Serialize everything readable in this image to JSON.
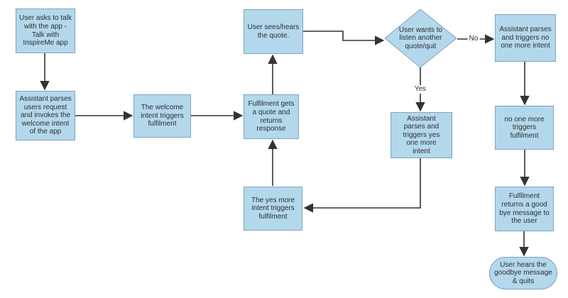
{
  "diagram": {
    "type": "flowchart",
    "nodes": {
      "user_asks": {
        "label": "User asks to talk with the app - Talk with InspireMe app",
        "shape": "process"
      },
      "assistant_welcome": {
        "label": "Assistant parses users request and invokes the welcome intent of the app",
        "shape": "process"
      },
      "welcome_triggers": {
        "label": "The welcome intent triggers fulfilment",
        "shape": "process"
      },
      "fulfilment_quote": {
        "label": "Fulfilment gets a quote and returns response",
        "shape": "process"
      },
      "user_hears_quote": {
        "label": "User sees/hears the quote.",
        "shape": "process"
      },
      "decision": {
        "label": "User wants to listen another quote/quit",
        "shape": "decision"
      },
      "assistant_no": {
        "label": "Assistant parses and triggers no one more intent",
        "shape": "process"
      },
      "no_one_more": {
        "label": "no one more triggers fulfilment",
        "shape": "process"
      },
      "fulfilment_bye": {
        "label": "Fulfilment returns a good bye message to the user",
        "shape": "process"
      },
      "user_quits": {
        "label": "User hears the goodbye message & quits",
        "shape": "terminator"
      },
      "assistant_yes": {
        "label": "Assistant parses and triggers yes one more intent",
        "shape": "process"
      },
      "yes_more_triggers": {
        "label": "The yes more intent triggers fulfilment",
        "shape": "process"
      }
    },
    "edge_labels": {
      "no": "No",
      "yes": "Yes"
    },
    "edges": [
      {
        "from": "user_asks",
        "to": "assistant_welcome"
      },
      {
        "from": "assistant_welcome",
        "to": "welcome_triggers"
      },
      {
        "from": "welcome_triggers",
        "to": "fulfilment_quote"
      },
      {
        "from": "fulfilment_quote",
        "to": "user_hears_quote"
      },
      {
        "from": "user_hears_quote",
        "to": "decision"
      },
      {
        "from": "decision",
        "to": "assistant_no",
        "label": "No"
      },
      {
        "from": "assistant_no",
        "to": "no_one_more"
      },
      {
        "from": "no_one_more",
        "to": "fulfilment_bye"
      },
      {
        "from": "fulfilment_bye",
        "to": "user_quits"
      },
      {
        "from": "decision",
        "to": "assistant_yes",
        "label": "Yes"
      },
      {
        "from": "assistant_yes",
        "to": "yes_more_triggers"
      },
      {
        "from": "yes_more_triggers",
        "to": "fulfilment_quote"
      }
    ],
    "colors": {
      "node_fill": "#b3d8ec",
      "node_border": "#7fa3bd",
      "line": "#333333",
      "text": "#2e2e2e",
      "background": "#ffffff"
    }
  }
}
